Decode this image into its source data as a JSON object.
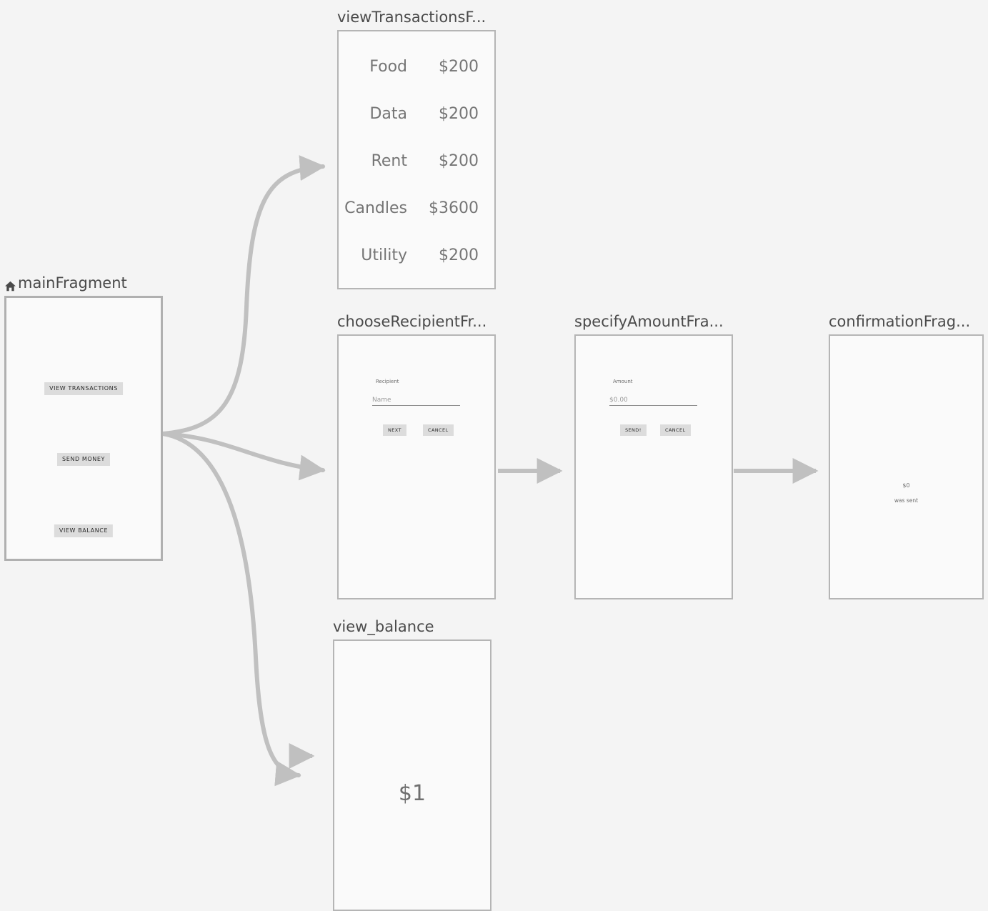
{
  "canvas": {
    "background": "#f4f4f4",
    "connector_color": "#c0c0c0"
  },
  "nodes": {
    "main_fragment": {
      "title": "mainFragment",
      "is_start_destination": true,
      "start_icon": "home-icon",
      "buttons": [
        {
          "label": "VIEW TRANSACTIONS"
        },
        {
          "label": "SEND MONEY"
        },
        {
          "label": "VIEW BALANCE"
        }
      ]
    },
    "view_transactions_fragment": {
      "title": "viewTransactionsF...",
      "transactions": [
        {
          "name": "Food",
          "amount": "$200"
        },
        {
          "name": "Data",
          "amount": "$200"
        },
        {
          "name": "Rent",
          "amount": "$200"
        },
        {
          "name": "Candles",
          "amount": "$3600"
        },
        {
          "name": "Utility",
          "amount": "$200"
        }
      ]
    },
    "choose_recipient_fragment": {
      "title": "chooseRecipientFr...",
      "field_label": "Recipient",
      "field_placeholder": "Name",
      "primary_button": "NEXT",
      "secondary_button": "CANCEL"
    },
    "specify_amount_fragment": {
      "title": "specifyAmountFra...",
      "field_label": "Amount",
      "field_placeholder": "$0.00",
      "primary_button": "SEND!",
      "secondary_button": "CANCEL"
    },
    "confirmation_fragment": {
      "title": "confirmationFrag...",
      "amount": "$0",
      "message": "was sent"
    },
    "view_balance_fragment": {
      "title": "view_balance",
      "balance": "$1"
    }
  }
}
